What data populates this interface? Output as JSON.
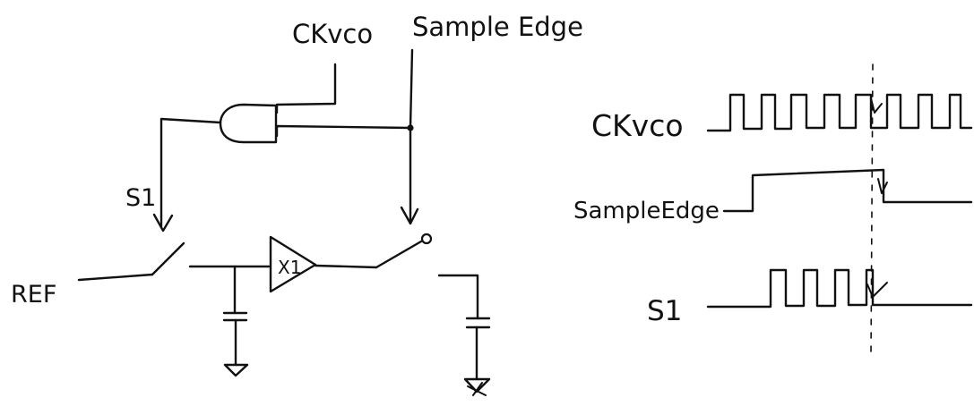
{
  "schematic": {
    "label_ckvco": "CKvco",
    "label_sample_edge": "Sample Edge",
    "label_s1": "S1",
    "label_ref": "REF",
    "buffer_gain": "X1"
  },
  "timing": {
    "signals": [
      {
        "label": "CKvco"
      },
      {
        "label": "SampleEdge"
      },
      {
        "label": "S1"
      }
    ]
  },
  "colors": {
    "ink": "#111111",
    "background": "#ffffff"
  }
}
